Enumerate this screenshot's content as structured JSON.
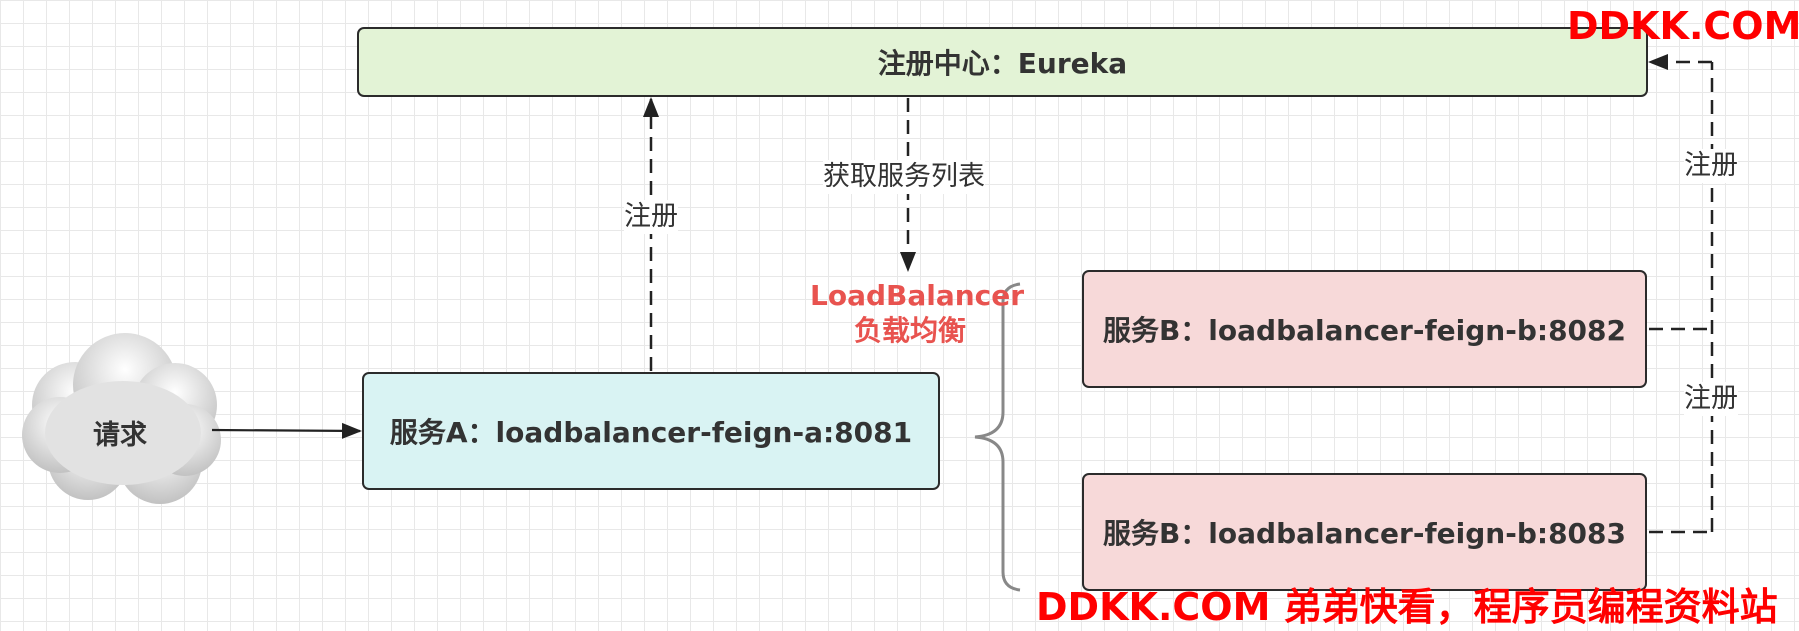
{
  "diagram": {
    "registry": {
      "label": "注册中心：Eureka"
    },
    "request": {
      "label": "请求"
    },
    "service_a": {
      "label": "服务A：loadbalancer-feign-a:8081"
    },
    "service_b_1": {
      "label": "服务B：loadbalancer-feign-b:8082"
    },
    "service_b_2": {
      "label": "服务B：loadbalancer-feign-b:8083"
    },
    "load_balancer": {
      "title": "LoadBalancer",
      "subtitle": "负载均衡"
    },
    "edges": {
      "register_a": "注册",
      "fetch_services": "获取服务列表",
      "register_b1": "注册",
      "register_b2": "注册"
    }
  },
  "watermarks": {
    "top": "DDKK.COM",
    "bottom": "DDKK.COM 弟弟快看，程序员编程资料站"
  },
  "colors": {
    "registry_fill": "#e3f3d6",
    "service_a_fill": "#d9f3f3",
    "service_b_fill": "#f7d9d9",
    "load_balancer_text": "#e8534f",
    "watermark": "#ff0000"
  }
}
